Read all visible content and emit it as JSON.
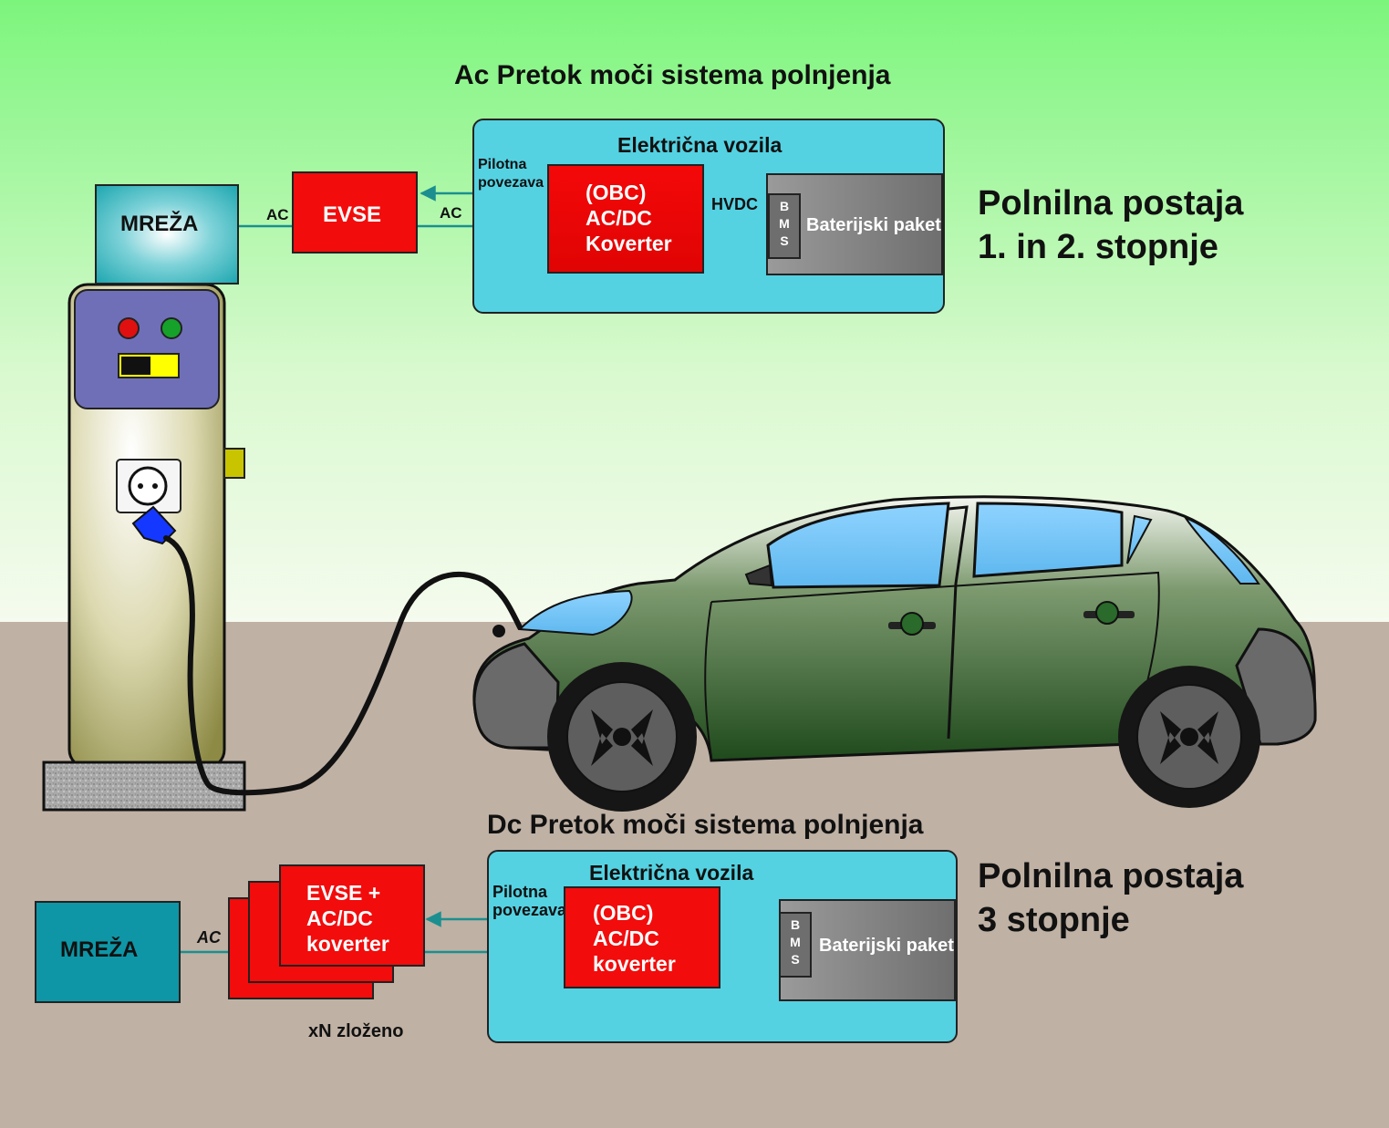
{
  "ac_section": {
    "title": "Ac Pretok moči sistema polnjenja",
    "grid_label": "MREŽA",
    "ac_label_left": "AC",
    "evse_label": "EVSE",
    "ac_label_right": "AC",
    "ev_title": "Električna vozila",
    "pilot_line1": "Pilotna",
    "pilot_line2": "povezava",
    "obc_line1": "(OBC)",
    "obc_line2": "AC/DC",
    "obc_line3": "Koverter",
    "hvdc_label": "HVDC",
    "bms_letters": [
      "B",
      "M",
      "S"
    ],
    "battery_label": "Baterijski paket",
    "station_line1": "Polnilna postaja",
    "station_line2": "1. in 2. stopnje"
  },
  "dc_section": {
    "title": "Dc Pretok moči sistema polnjenja",
    "grid_label": "MREŽA",
    "ac_label": "AC",
    "evse_line1": "EVSE +",
    "evse_line2": "AC/DC",
    "evse_line3": "koverter",
    "stacked_label": "xN zloženo",
    "ev_title": "Električna vozila",
    "pilot_line1": "Pilotna",
    "pilot_line2": "povezava",
    "obc_line1": "(OBC)",
    "obc_line2": "AC/DC",
    "obc_line3": "koverter",
    "bms_letters": [
      "B",
      "M",
      "S"
    ],
    "battery_label": "Baterijski paket",
    "station_line1": "Polnilna postaja",
    "station_line2": "3 stopnje"
  },
  "colors": {
    "sky_top": "#7cf57c",
    "sky_bottom": "#f2fbea",
    "ground": "#bfb1a4",
    "ev_box": "#54d2e2",
    "converter": "#f20c0c",
    "dc_grid": "#0f96a6",
    "wire": "#1b8f8f",
    "car_body": "#2f5a2a",
    "charger_panel": "#6f6fb8"
  }
}
